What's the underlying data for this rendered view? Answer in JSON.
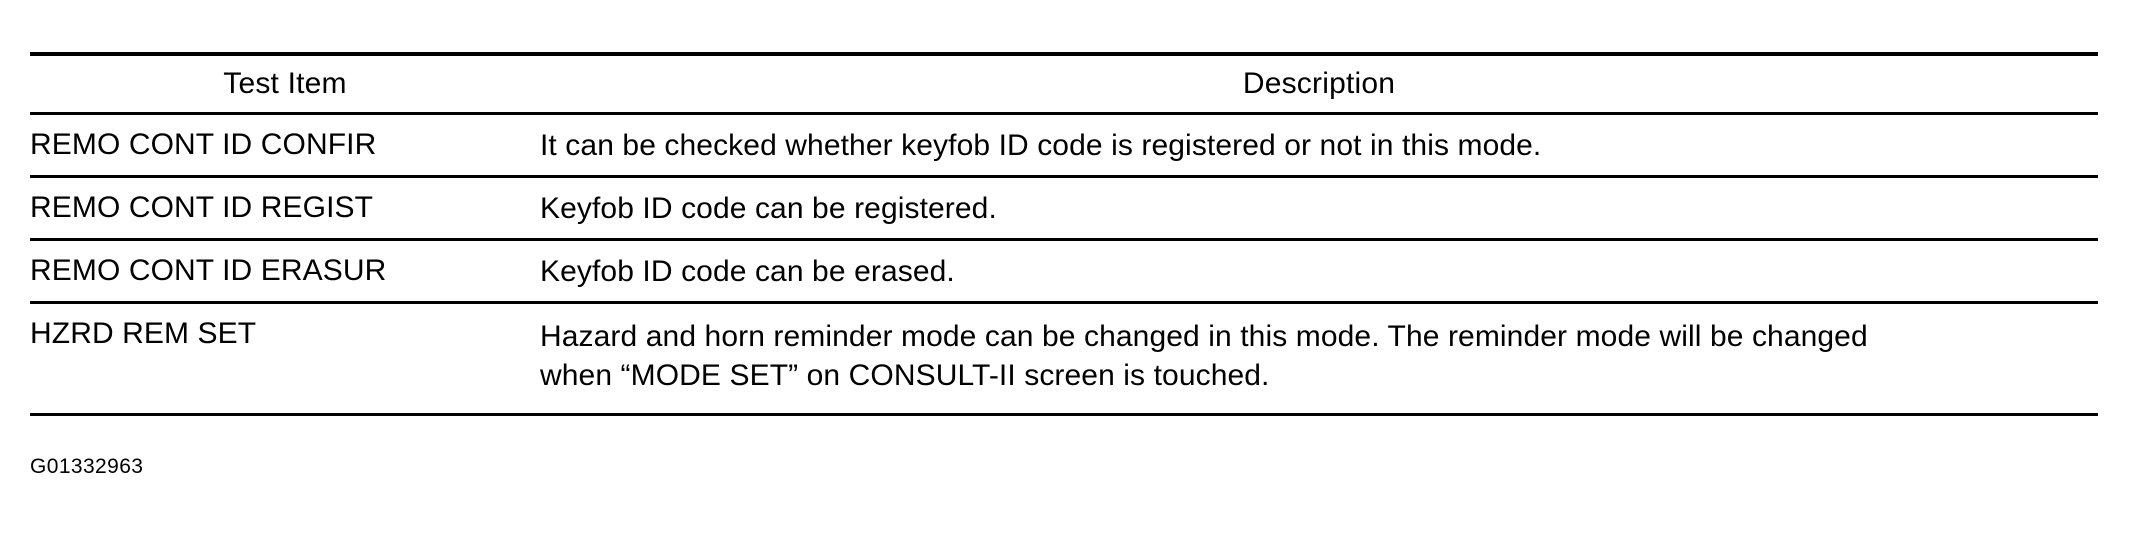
{
  "document": {
    "caption": "G01332963"
  },
  "table": {
    "columns": [
      {
        "key": "test_item",
        "header": "Test Item"
      },
      {
        "key": "description",
        "header": "Description"
      }
    ],
    "rows": [
      {
        "test_item": "REMO CONT ID CONFIR",
        "description_lines": [
          "It can be checked whether keyfob ID code is registered or not in this mode."
        ]
      },
      {
        "test_item": "REMO CONT ID REGIST",
        "description_lines": [
          "Keyfob ID code can be registered."
        ]
      },
      {
        "test_item": "REMO CONT ID ERASUR",
        "description_lines": [
          "Keyfob ID code can be erased."
        ]
      },
      {
        "test_item": "HZRD REM SET",
        "description_lines": [
          "Hazard and horn reminder mode can be changed in this mode. The reminder mode will be changed",
          "when “MODE SET” on CONSULT-II screen is touched."
        ]
      }
    ]
  },
  "colors": {
    "ink": "#000000",
    "paper": "#ffffff"
  }
}
